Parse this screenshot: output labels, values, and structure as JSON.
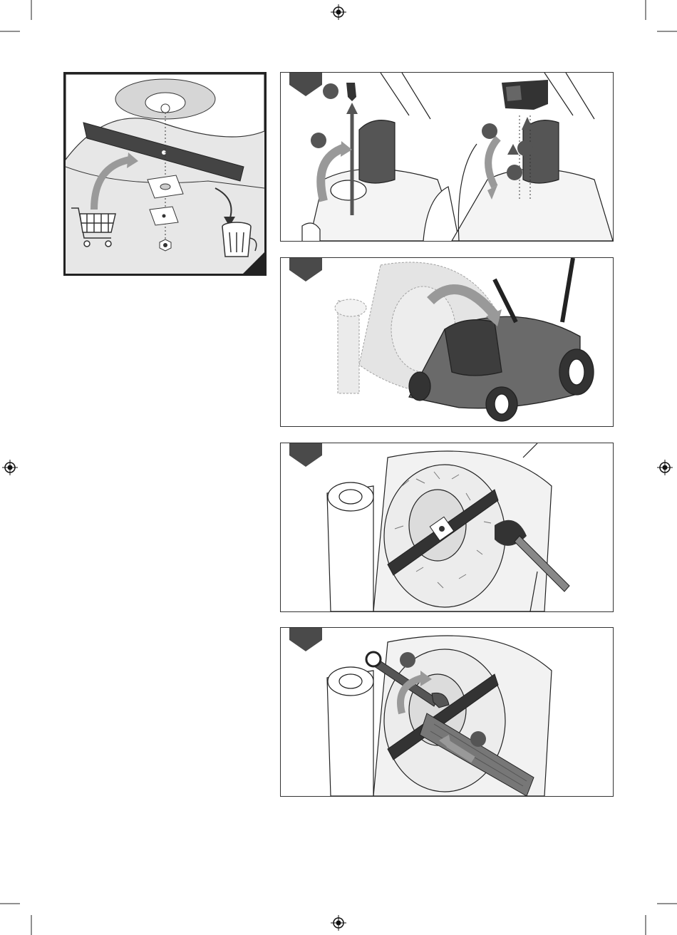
{
  "page": {
    "background": "#ffffff",
    "line_color": "#333333",
    "tab_color": "#4a4a4a",
    "fill_grey": "#bdbdbd",
    "fill_light": "#e7e7e7"
  },
  "registration_marks": [
    "registration-mark",
    "registration-mark",
    "registration-mark",
    "registration-mark"
  ],
  "side_illustration": {
    "icons": [
      "shopping-cart-icon",
      "trash-bin-icon",
      "blade-icon",
      "nut-icon",
      "washer-icon"
    ]
  },
  "steps": [
    {
      "panel": "remove-battery-and-key",
      "callouts": 5
    },
    {
      "panel": "tilt-mower",
      "callouts": 0
    },
    {
      "panel": "clean-underside",
      "callouts": 0
    },
    {
      "panel": "remove-blade",
      "callouts": 2
    }
  ]
}
